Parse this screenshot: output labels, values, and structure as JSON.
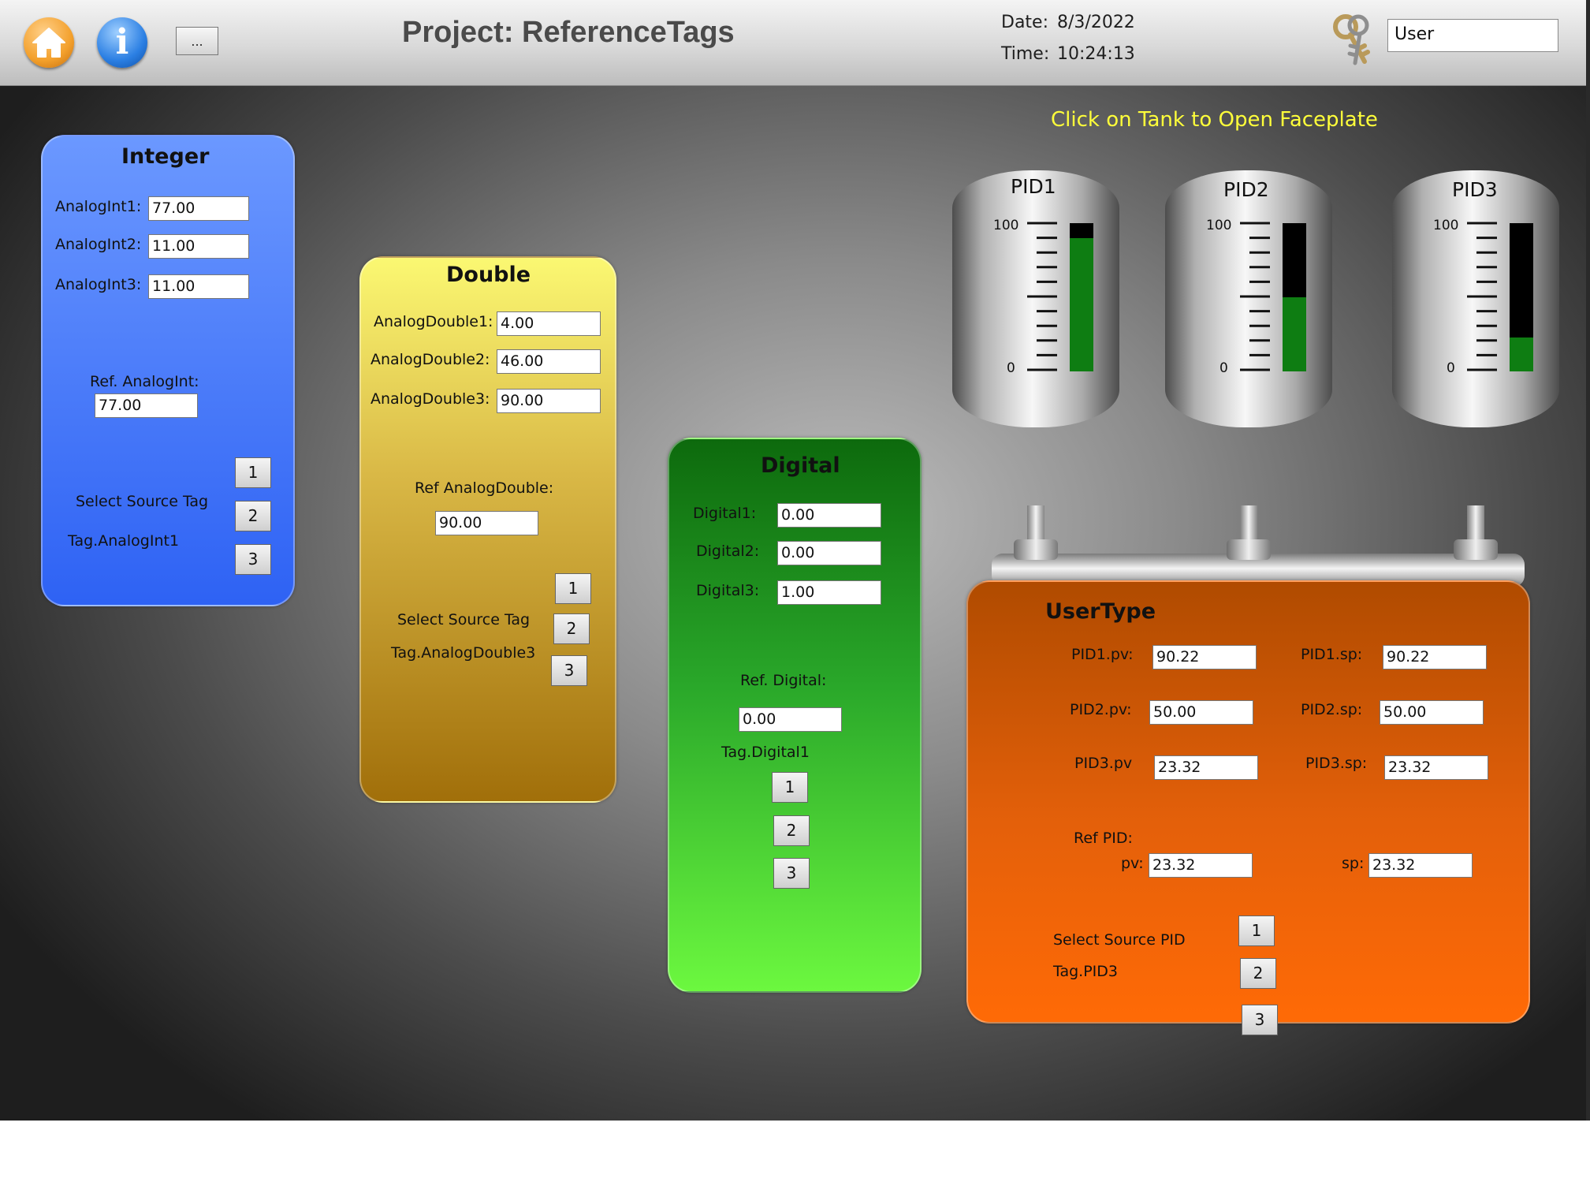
{
  "header": {
    "more_label": "...",
    "project_title": "Project: ReferenceTags",
    "date_label": "Date:",
    "date_value": "8/3/2022",
    "time_label": "Time:",
    "time_value": "10:24:13",
    "user_value": "User"
  },
  "hint": "Click on Tank to Open Faceplate",
  "tanks": [
    {
      "label": "PID1",
      "scale_max": "100",
      "scale_min": "0",
      "level_pct": 90
    },
    {
      "label": "PID2",
      "scale_max": "100",
      "scale_min": "0",
      "level_pct": 50
    },
    {
      "label": "PID3",
      "scale_max": "100",
      "scale_min": "0",
      "level_pct": 23
    }
  ],
  "integer": {
    "title": "Integer",
    "rows": [
      {
        "label": "AnalogInt1:",
        "value": "77.00"
      },
      {
        "label": "AnalogInt2:",
        "value": "11.00"
      },
      {
        "label": "AnalogInt3:",
        "value": "11.00"
      }
    ],
    "ref_label": "Ref. AnalogInt:",
    "ref_value": "77.00",
    "select_label": "Select Source Tag",
    "tag_label": "Tag.AnalogInt1",
    "buttons": [
      "1",
      "2",
      "3"
    ]
  },
  "double": {
    "title": "Double",
    "rows": [
      {
        "label": "AnalogDouble1:",
        "value": "4.00"
      },
      {
        "label": "AnalogDouble2:",
        "value": "46.00"
      },
      {
        "label": "AnalogDouble3:",
        "value": "90.00"
      }
    ],
    "ref_label": "Ref AnalogDouble:",
    "ref_value": "90.00",
    "select_label": "Select Source Tag",
    "tag_label": "Tag.AnalogDouble3",
    "buttons": [
      "1",
      "2",
      "3"
    ]
  },
  "digital": {
    "title": "Digital",
    "rows": [
      {
        "label": "Digital1:",
        "value": "0.00"
      },
      {
        "label": "Digital2:",
        "value": "0.00"
      },
      {
        "label": "Digital3:",
        "value": "1.00"
      }
    ],
    "ref_label": "Ref. Digital:",
    "ref_value": "0.00",
    "tag_label": "Tag.Digital1",
    "buttons": [
      "1",
      "2",
      "3"
    ]
  },
  "usertype": {
    "title": "UserType",
    "rows": [
      {
        "pv_label": "PID1.pv:",
        "pv_value": "90.22",
        "sp_label": "PID1.sp:",
        "sp_value": "90.22"
      },
      {
        "pv_label": "PID2.pv:",
        "pv_value": "50.00",
        "sp_label": "PID2.sp:",
        "sp_value": "50.00"
      },
      {
        "pv_label": "PID3.pv",
        "pv_value": "23.32",
        "sp_label": "PID3.sp:",
        "sp_value": "23.32"
      }
    ],
    "ref_label": "Ref PID:",
    "ref_pv_label": "pv:",
    "ref_pv_value": "23.32",
    "ref_sp_label": "sp:",
    "ref_sp_value": "23.32",
    "select_label": "Select Source PID",
    "tag_label": "Tag.PID3",
    "buttons": [
      "1",
      "2",
      "3"
    ]
  }
}
